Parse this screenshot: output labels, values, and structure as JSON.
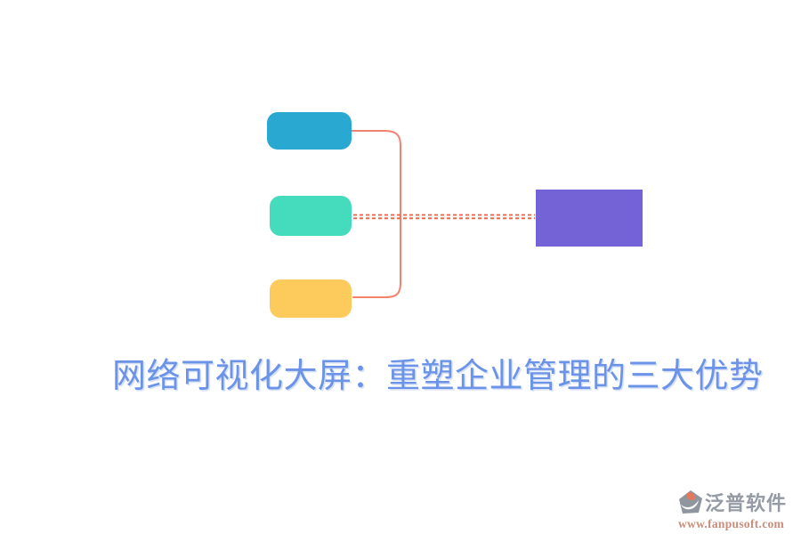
{
  "title": {
    "text": "网络可视化大屏：重塑企业管理的三大优势",
    "color": "#6b93e7"
  },
  "mindmap": {
    "branches": [
      {
        "id": "branch-top",
        "color": "#29a9d1"
      },
      {
        "id": "branch-middle",
        "color": "#45dcbe"
      },
      {
        "id": "branch-bottom",
        "color": "#fdca5c"
      }
    ],
    "root": {
      "id": "root-node",
      "color": "#7363d7"
    },
    "connector_color": "#f28170",
    "dashed_link_color": "#ee6040"
  },
  "watermark": {
    "brand": "泛普软件",
    "url": "www.fanpusoft.com",
    "brand_color": "#949ba4",
    "url_color": "#c98d7b",
    "icon_gray": "#8f969f",
    "icon_accent": "#e2795b"
  }
}
